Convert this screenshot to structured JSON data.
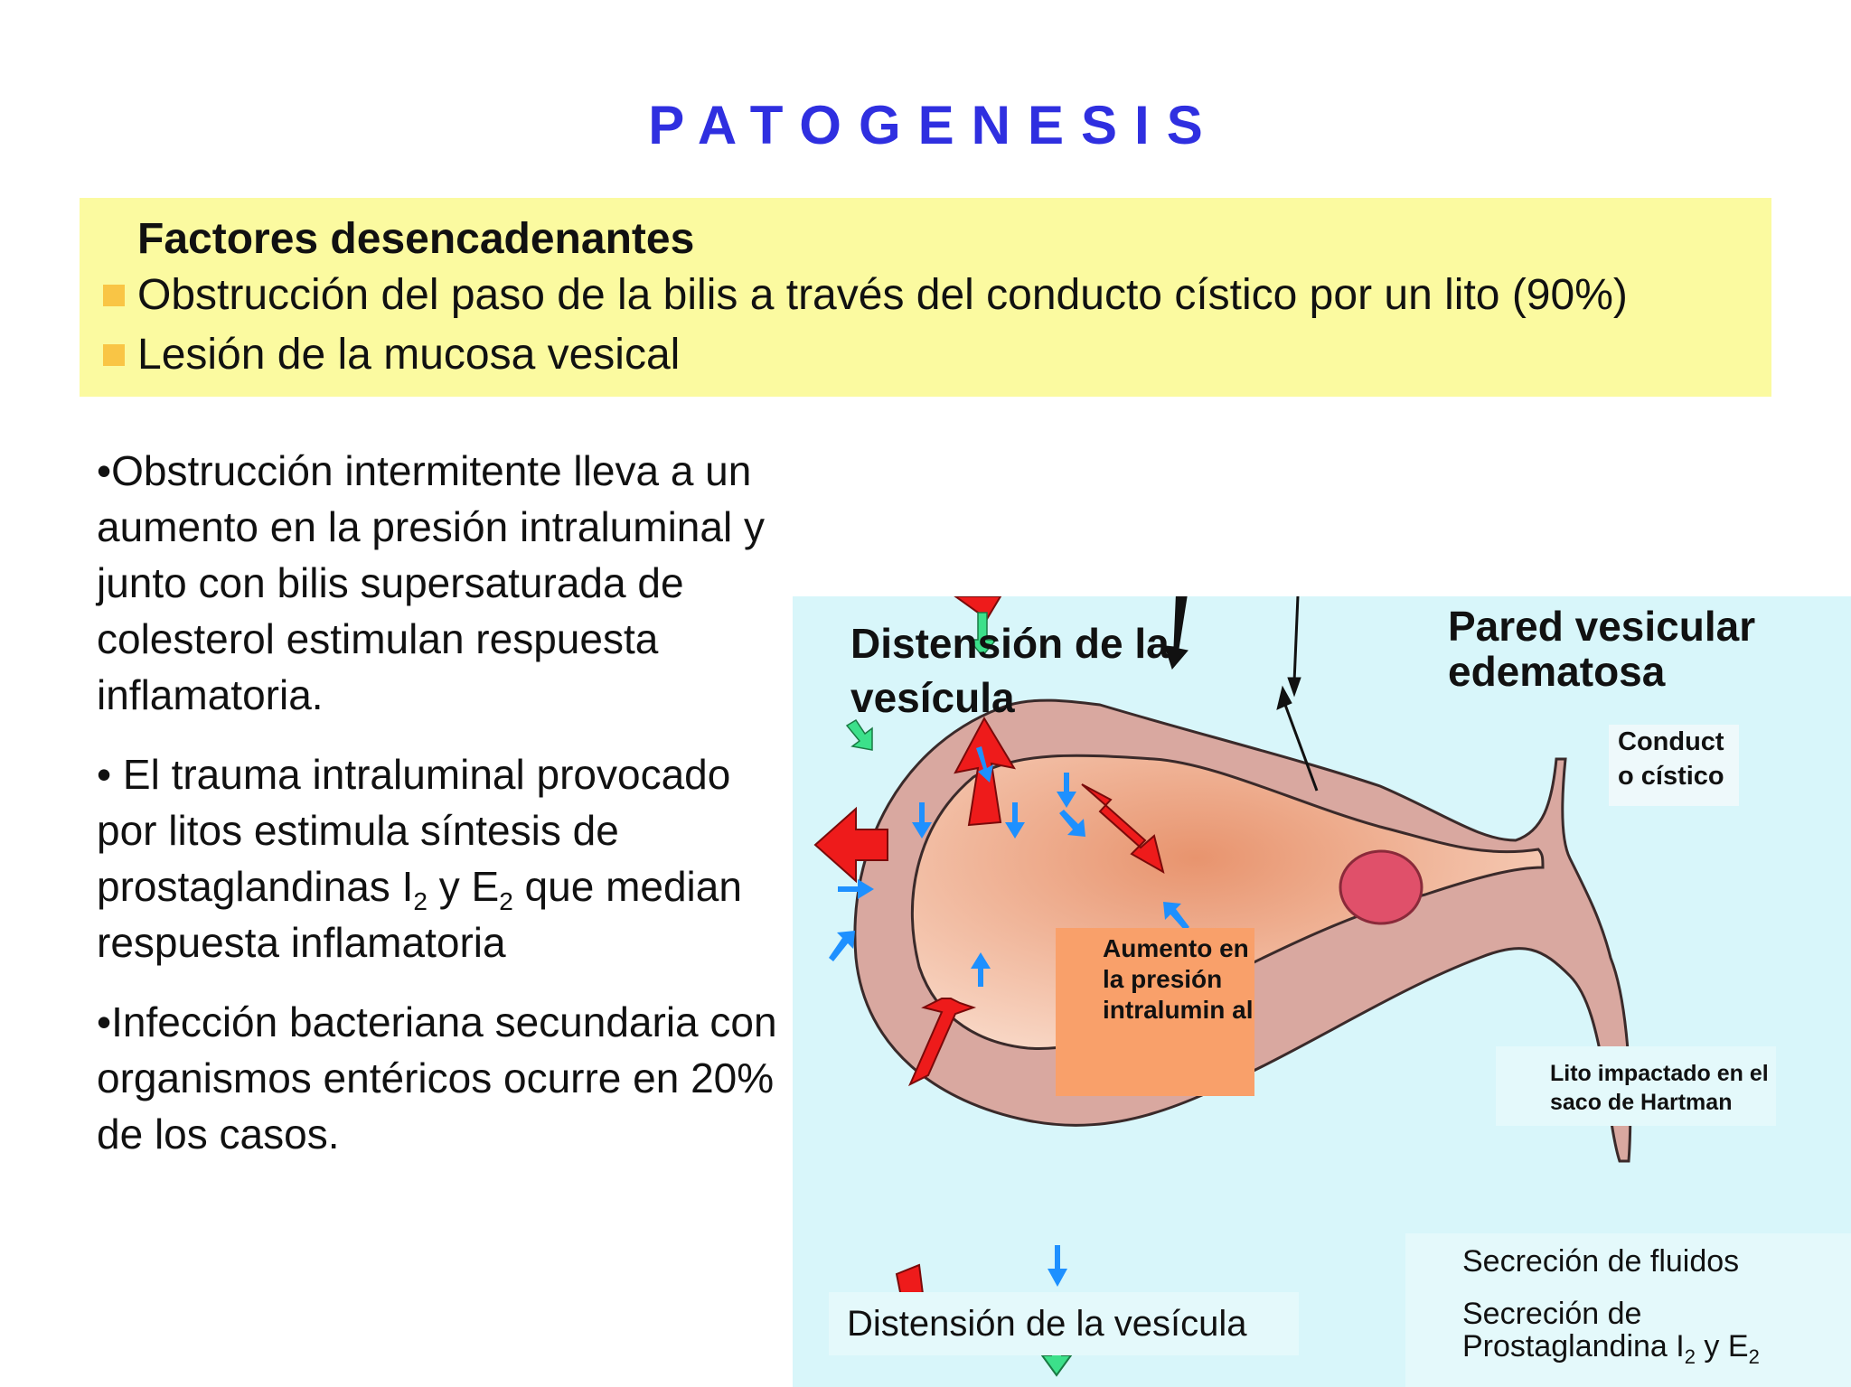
{
  "title": "PATOGENESIS",
  "factors": {
    "heading": "Factores desencadenantes",
    "items": [
      "Obstrucción del paso de la bilis a través del conducto cístico por un lito (90%)",
      "Lesión de la mucosa vesical"
    ]
  },
  "left_text": {
    "p1": "•Obstrucción intermitente lleva a un aumento en la presión intraluminal y junto con bilis supersaturada de colesterol estimulan respuesta inflamatoria.",
    "p2_a": "• El trauma intraluminal provocado por litos estimula síntesis de prostaglandinas I",
    "p2_sub1": "2",
    "p2_b": " y E",
    "p2_sub2": "2",
    "p2_c": " que median respuesta inflamatoria",
    "p3": "•Infección bacteriana secundaria con organismos entéricos ocurre en 20% de los casos."
  },
  "diagram": {
    "label_distension": "Distensión de la vesícula",
    "label_pared": "Pared vesicular edematosa",
    "label_cistico": "Conduct o cístico",
    "label_aumento": "Aumento en la presión intralumin al",
    "label_lito": "Lito impactado en el saco de Hartman",
    "label_bottom": "Distensión de la vesícula",
    "legend_fluidos": "Secreción de fluidos",
    "legend_prosta_a": "Secreción de Prostaglandina I",
    "legend_prosta_sub1": "2",
    "legend_prosta_b": " y E",
    "legend_prosta_sub2": "2",
    "colors": {
      "title": "#2f2fe0",
      "factors_bg": "#fbfaa0",
      "bullet": "#f9c545",
      "diagram_bg": "#d8f6fa",
      "wall": "#d9a8a0",
      "lumen": "#f2c0a4",
      "stone": "#e0506a",
      "red_arrow": "#ee1b1b",
      "blue_arrow": "#1e90ff",
      "green_arrow": "#3ce08a",
      "pressure_box": "#f9a06a"
    }
  }
}
